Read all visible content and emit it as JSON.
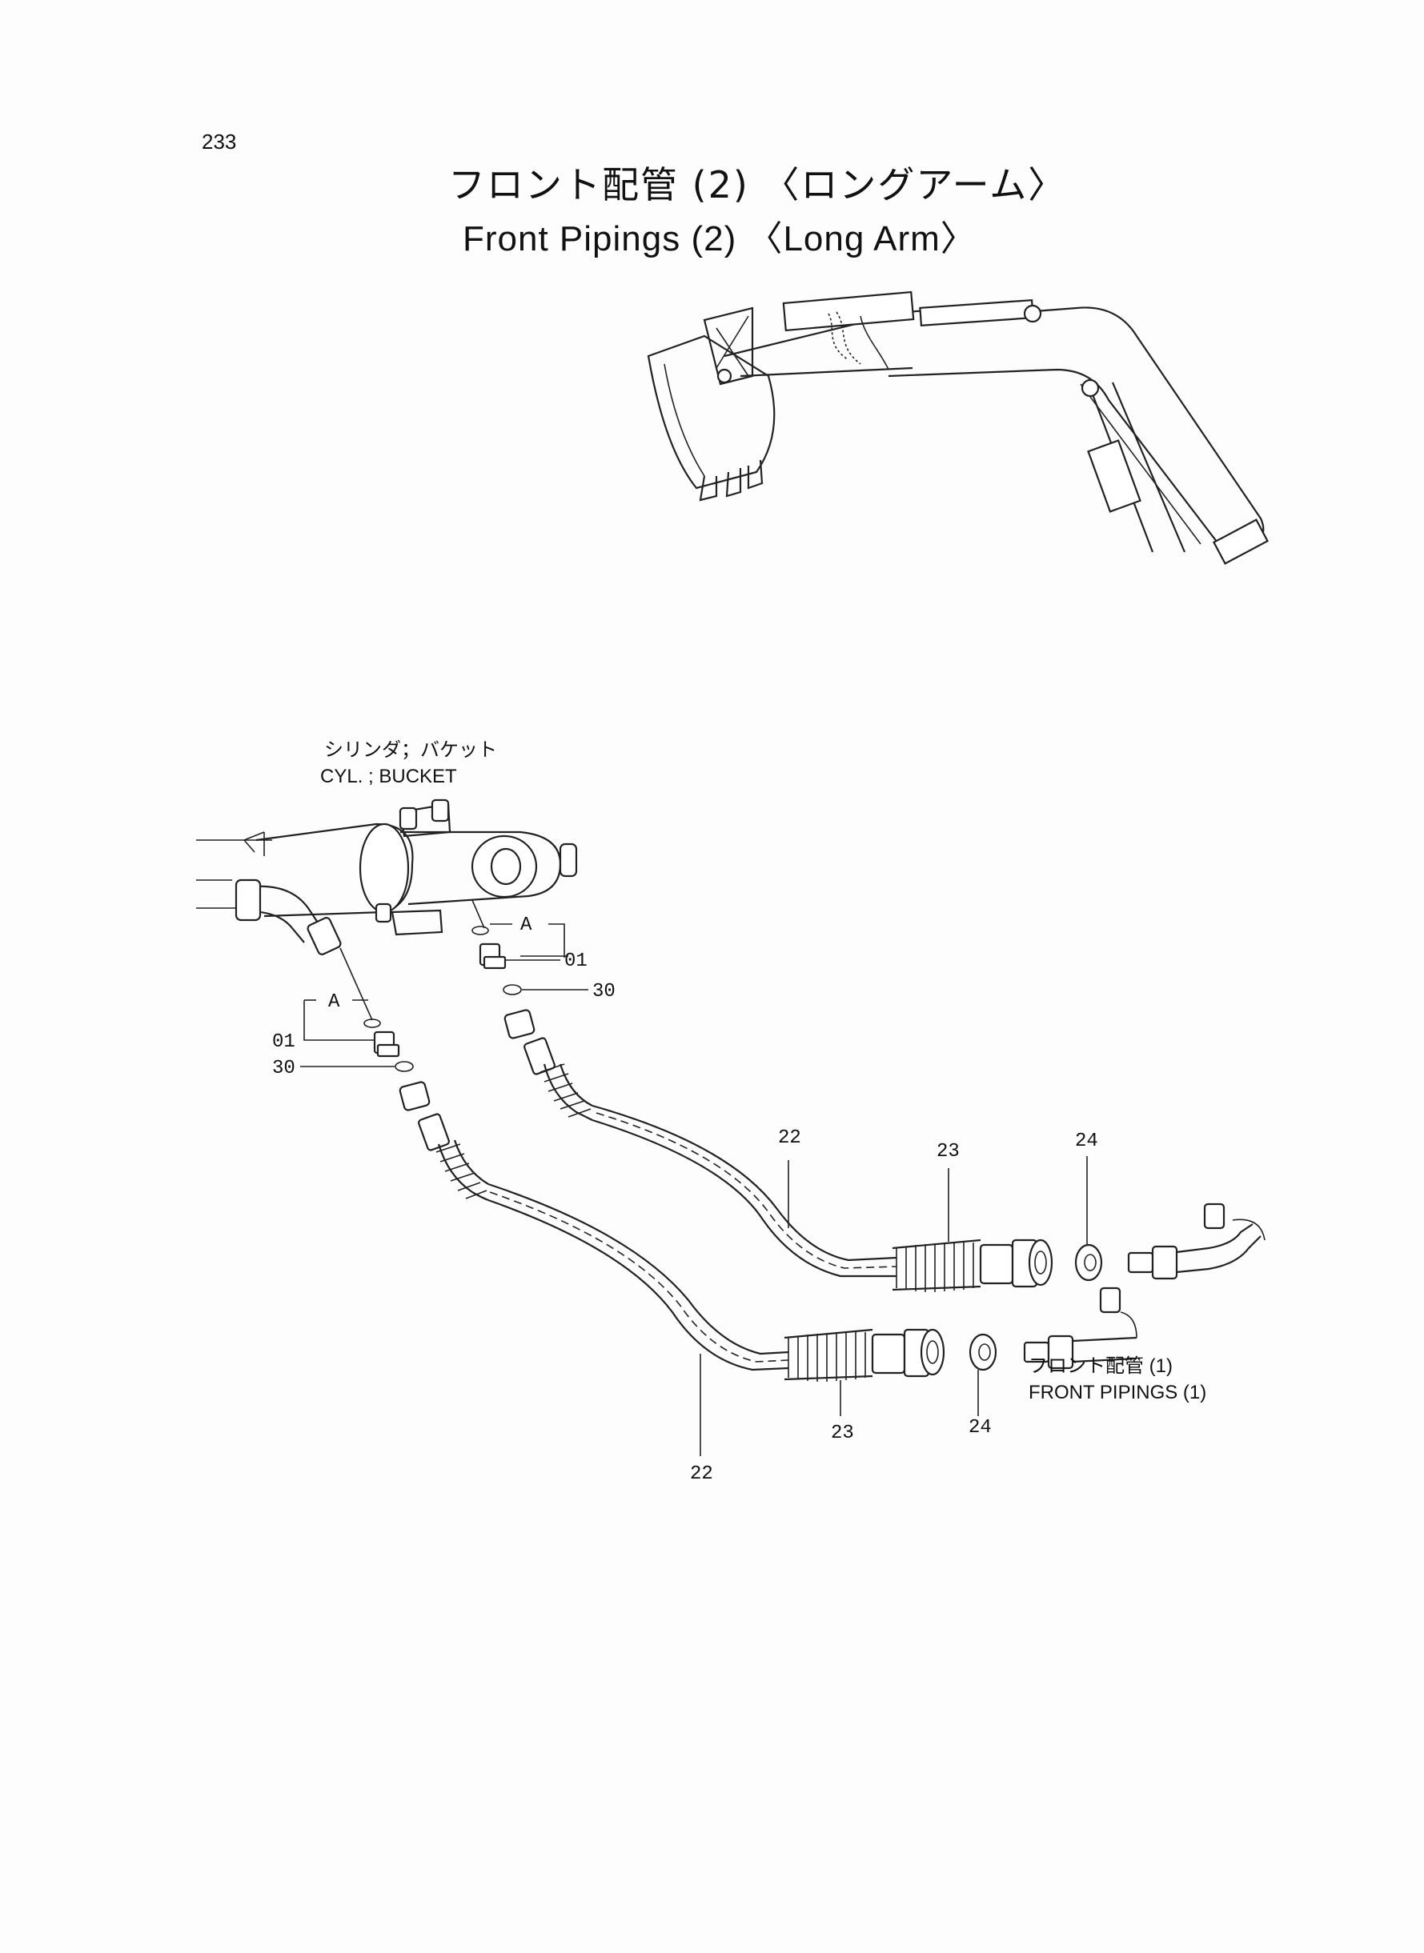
{
  "page": {
    "number": "233"
  },
  "title": {
    "japanese": "フロント配管 (2) 〈ロングアーム〉",
    "english": "Front Pipings (2) 〈Long Arm〉"
  },
  "labels": {
    "cylinder_jp": "シリンダ；バケット",
    "cylinder_en": "CYL. ; BUCKET",
    "front_pipings_jp": "フロント配管 (1)",
    "front_pipings_en": "FRONT PIPINGS (1)"
  },
  "callouts": {
    "detail_a_upper": "A",
    "detail_a_lower": "A",
    "part_01_upper": "01",
    "part_01_lower": "01",
    "part_30_upper": "30",
    "part_30_lower": "30",
    "part_22_upper": "22",
    "part_22_lower": "22",
    "part_23_upper": "23",
    "part_23_lower": "23",
    "part_24_upper": "24",
    "part_24_lower": "24"
  }
}
